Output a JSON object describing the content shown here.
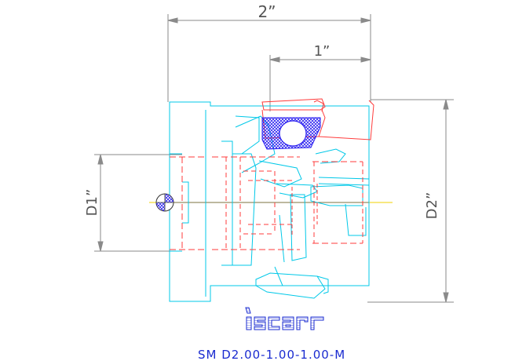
{
  "dimensions": {
    "overall_length": "2”",
    "insert_length": "1”",
    "diameter_shank": "D1”",
    "diameter_cut": "D2”"
  },
  "brand": {
    "logo_text": "iscar"
  },
  "part_code": "SM  D2.00-1.00-1.00-M",
  "colors": {
    "dimension_line": "#8a8a8a",
    "holder_outline": "#00c8e8",
    "insert_outline": "#ff3b3b",
    "hidden_lines": "#ff3b3b",
    "center_line": "#f0d000",
    "insert_hatch": "#2a1ff0",
    "logo": "#1a2bd0"
  }
}
